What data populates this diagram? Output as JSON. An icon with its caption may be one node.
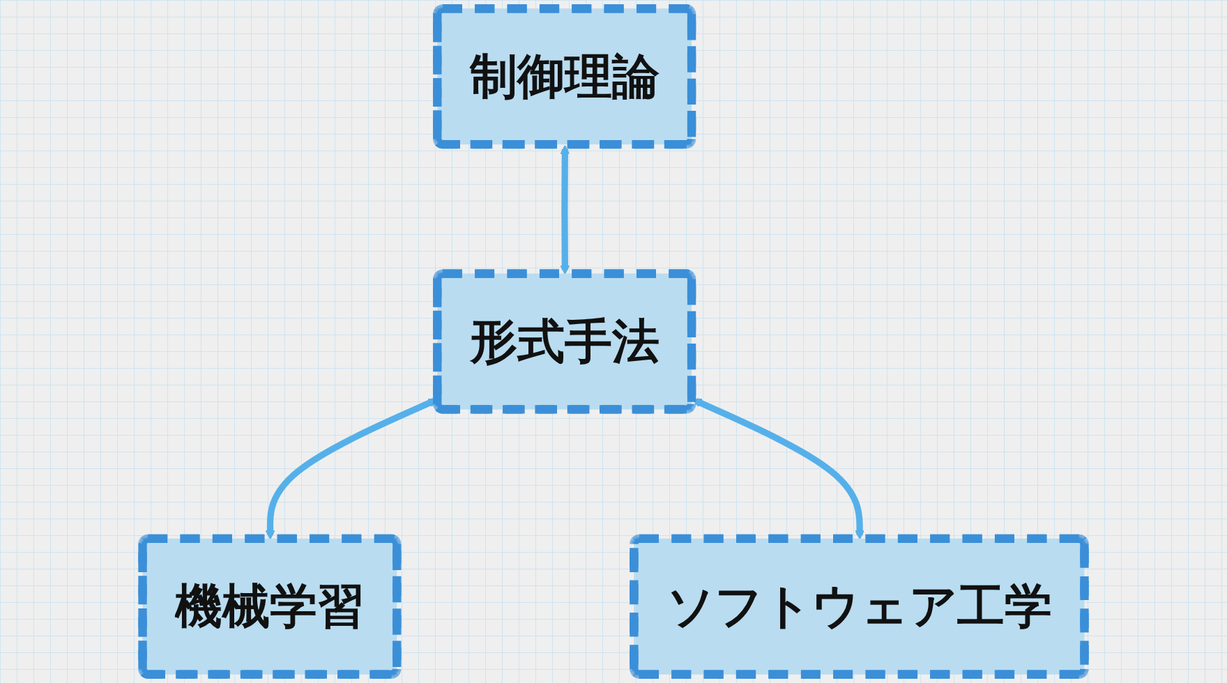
{
  "diagram": {
    "nodes": [
      {
        "text": [
          "制御理論"
        ]
      },
      {
        "text": [
          "形式手法"
        ]
      },
      {
        "text": [
          "機械学習"
        ]
      },
      {
        "text": [
          "ソフトウェア工学"
        ]
      }
    ],
    "edges": [
      {
        "from": 0,
        "to": 1,
        "arrow": "both"
      },
      {
        "from": 1,
        "to": 2,
        "arrow": "both"
      },
      {
        "from": 1,
        "to": 3,
        "arrow": "both"
      }
    ]
  }
}
